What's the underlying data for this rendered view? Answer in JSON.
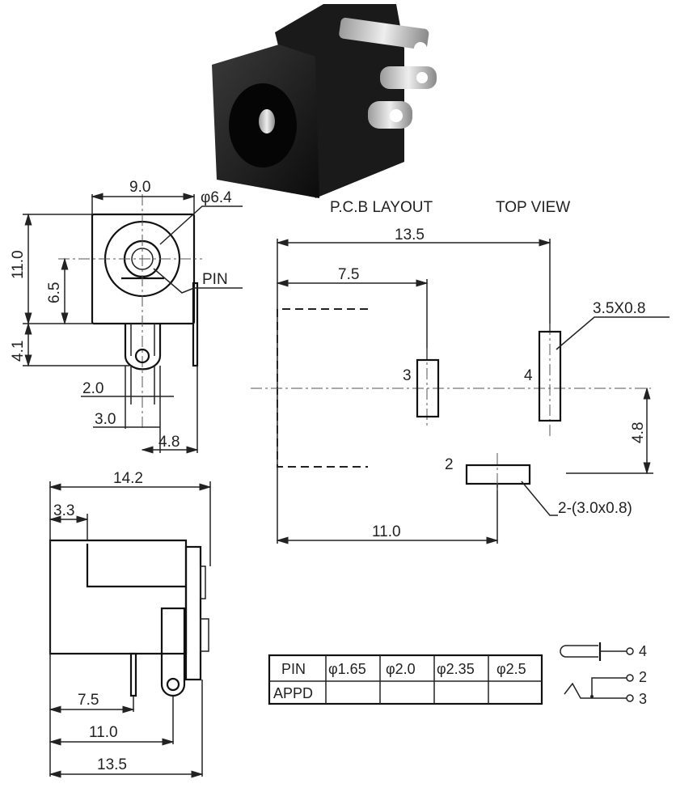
{
  "front_view": {
    "dim_width": "9.0",
    "dim_diameter": "φ6.4",
    "pin_label": "PIN",
    "dim_height": "11.0",
    "dim_center_height": "6.5",
    "dim_tab": "4.1",
    "dim_2": "2.0",
    "dim_3": "3.0",
    "dim_48": "4.8"
  },
  "pcb_layout": {
    "title": "P.C.B LAYOUT",
    "view": "TOP VIEW",
    "dim_total": "13.5",
    "dim_75": "7.5",
    "pad3_label": "3",
    "pad4_label": "4",
    "pad2_label": "2",
    "pad_size": "3.5X0.8",
    "dim_48": "4.8",
    "pad2_size": "2-(3.0x0.8)",
    "dim_110": "11.0"
  },
  "side_view": {
    "dim_142": "14.2",
    "dim_33": "3.3",
    "dim_75": "7.5",
    "dim_110": "11.0",
    "dim_135": "13.5"
  },
  "pin_table": {
    "row_headers": [
      "PIN",
      "APPD"
    ],
    "columns": [
      "φ1.65",
      "φ2.0",
      "φ2.35",
      "φ2.5"
    ],
    "appd_values": [
      "",
      "",
      "",
      ""
    ]
  },
  "schematic": {
    "terminals": [
      "4",
      "2",
      "3"
    ]
  }
}
